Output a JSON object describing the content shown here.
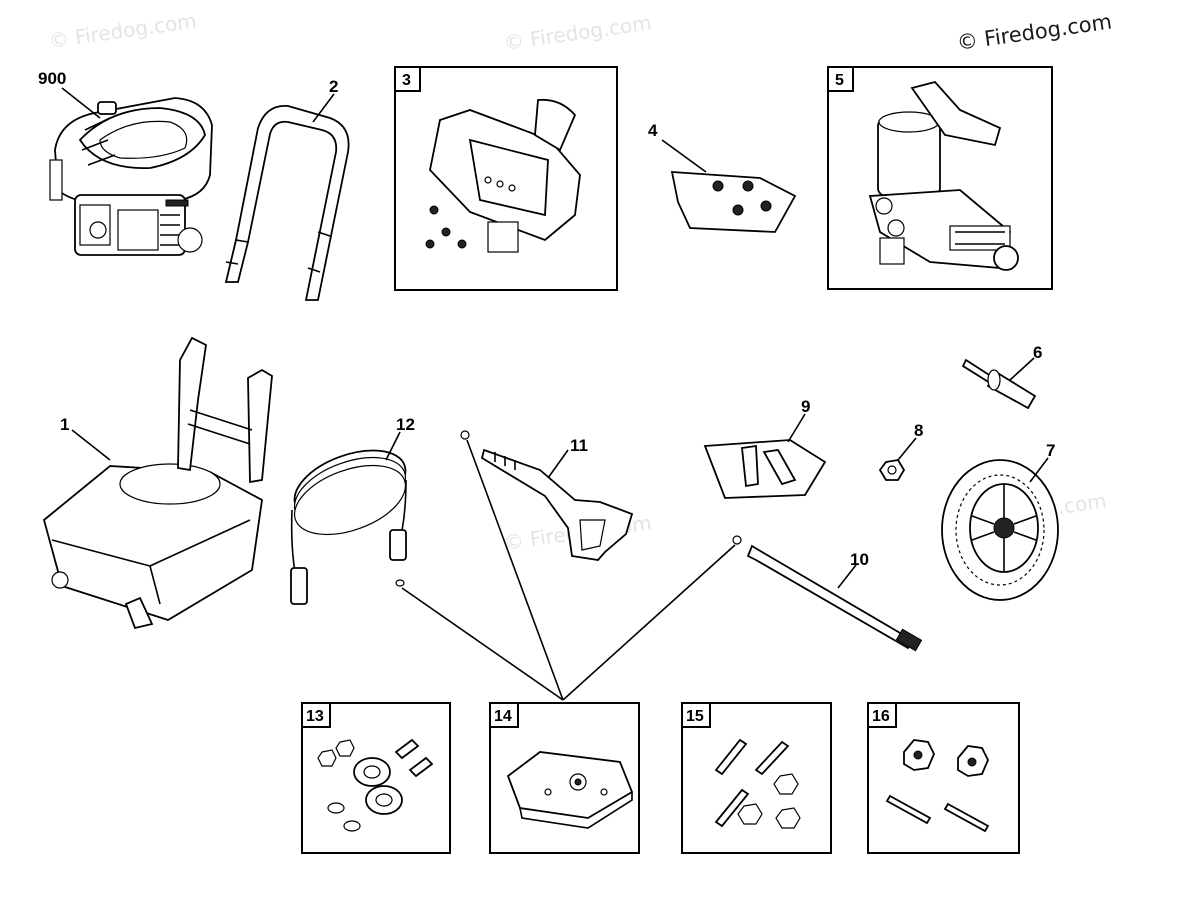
{
  "watermark": {
    "top_right": "© Firedog.com",
    "faint": "© Firedog.com"
  },
  "callouts": {
    "engine": "900",
    "handle": "2",
    "control_panel_kit": "3",
    "hardware_bag_4": "4",
    "pump": "5",
    "axle": "6",
    "wheel": "7",
    "nut": "8",
    "hardware_bag_9": "9",
    "wand": "10",
    "spray_gun": "11",
    "hose": "12",
    "frame": "1",
    "kit_13": "13",
    "kit_14": "14",
    "kit_15": "15",
    "kit_16": "16"
  }
}
